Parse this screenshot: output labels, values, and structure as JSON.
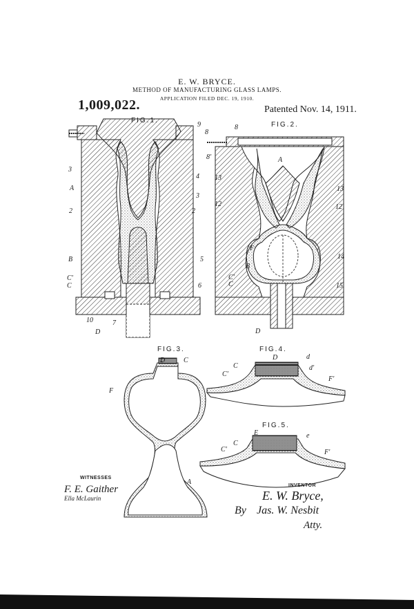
{
  "header": {
    "inventor_name": "E. W. BRYCE.",
    "title": "METHOD OF MANUFACTURING GLASS LAMPS.",
    "filed": "APPLICATION FILED DEC. 19, 1910.",
    "patent_number": "1,009,022.",
    "patented": "Patented Nov. 14, 1911."
  },
  "figures": {
    "fig1": "FIG.1.",
    "fig2": "FIG.2.",
    "fig3": "FIG.3.",
    "fig4": "FIG.4.",
    "fig5": "FIG.5."
  },
  "refs": {
    "r9": "9",
    "r8": "8",
    "r8p": "8'",
    "r3": "3",
    "r4": "4",
    "rA": "A",
    "r2": "2",
    "rB": "B",
    "r5": "5",
    "rC1": "C'",
    "rC": "C",
    "r6": "6",
    "r10": "10",
    "r7": "7",
    "rD": "D",
    "r13": "13",
    "r12": "12",
    "rF": "F",
    "r14": "14",
    "r15": "15",
    "rd": "d",
    "rdp": "d'",
    "rE": "E",
    "re": "e",
    "rF1": "F'"
  },
  "signatures": {
    "witnesses_label": "WITNESSES",
    "witness1": "F. E. Gaither",
    "witness2": "Ella McLaurin",
    "inventor_label": "INVENTOR",
    "inventor_sig": "E. W. Bryce,",
    "by": "By",
    "attorney": "Jas. W. Nesbit",
    "atty": "Atty."
  },
  "colors": {
    "ink": "#1a1a1a",
    "paper": "#ffffff"
  }
}
